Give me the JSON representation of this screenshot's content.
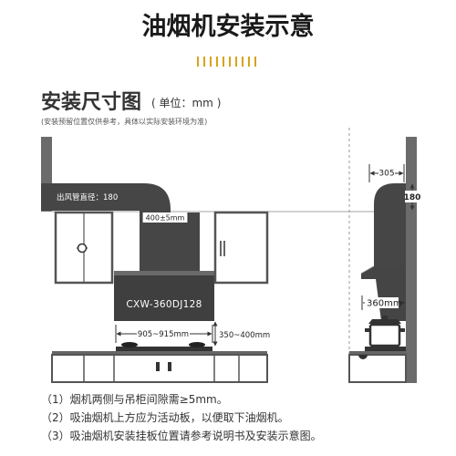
{
  "title": "油烟机安装示意",
  "section": {
    "heading": "安装尺寸图",
    "unit": "( 单位：mm )",
    "note": "(安装预留位置仅供参考，具体以实际安装环境为准)"
  },
  "front_view": {
    "duct_label": "出风管直径：180",
    "chimney_width": "400±5mm",
    "model": "CXW-360DJ128",
    "gap_width": "905~915mm",
    "clearance": "350~400mm"
  },
  "side_view": {
    "depth": "305",
    "duct_diameter": "180",
    "hood_depth": "360mm"
  },
  "notes": [
    "（1）烟机两侧与吊柜间隙需≥5mm。",
    "（2）吸油烟机上方应为活动板，以便取下油烟机。",
    "（3）吸油烟机安装挂板位置请参考说明书及安装示意图。"
  ],
  "colors": {
    "accent": "#d8a21c",
    "appliance": "#464646",
    "wall": "#6b6b6b",
    "text": "#333333"
  }
}
